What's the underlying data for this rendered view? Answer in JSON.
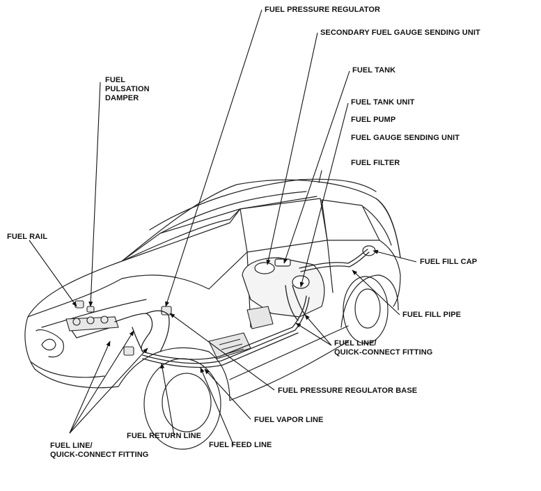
{
  "labels": {
    "fuel_pressure_regulator": "FUEL PRESSURE REGULATOR",
    "secondary_sending_unit": "SECONDARY FUEL GAUGE SENDING UNIT",
    "fuel_tank": "FUEL TANK",
    "fuel_tank_unit": "FUEL TANK UNIT",
    "fuel_pump": "FUEL PUMP",
    "fuel_gauge_sending_unit": "FUEL GAUGE SENDING UNIT",
    "fuel_filter": "FUEL FILTER",
    "fuel_pulsation_damper": [
      "FUEL",
      "PULSATION",
      "DAMPER"
    ],
    "fuel_rail": "FUEL RAIL",
    "fuel_fill_cap": "FUEL FILL CAP",
    "fuel_fill_pipe": "FUEL FILL PIPE",
    "fuel_line_qc_rear": [
      "FUEL LINE/",
      "QUICK-CONNECT FITTING"
    ],
    "fuel_pressure_regulator_base": "FUEL PRESSURE REGULATOR BASE",
    "fuel_vapor_line": "FUEL VAPOR LINE",
    "fuel_return_line": "FUEL RETURN LINE",
    "fuel_feed_line": "FUEL FEED LINE",
    "fuel_line_qc_front": [
      "FUEL LINE/",
      "QUICK-CONNECT FITTING"
    ]
  }
}
